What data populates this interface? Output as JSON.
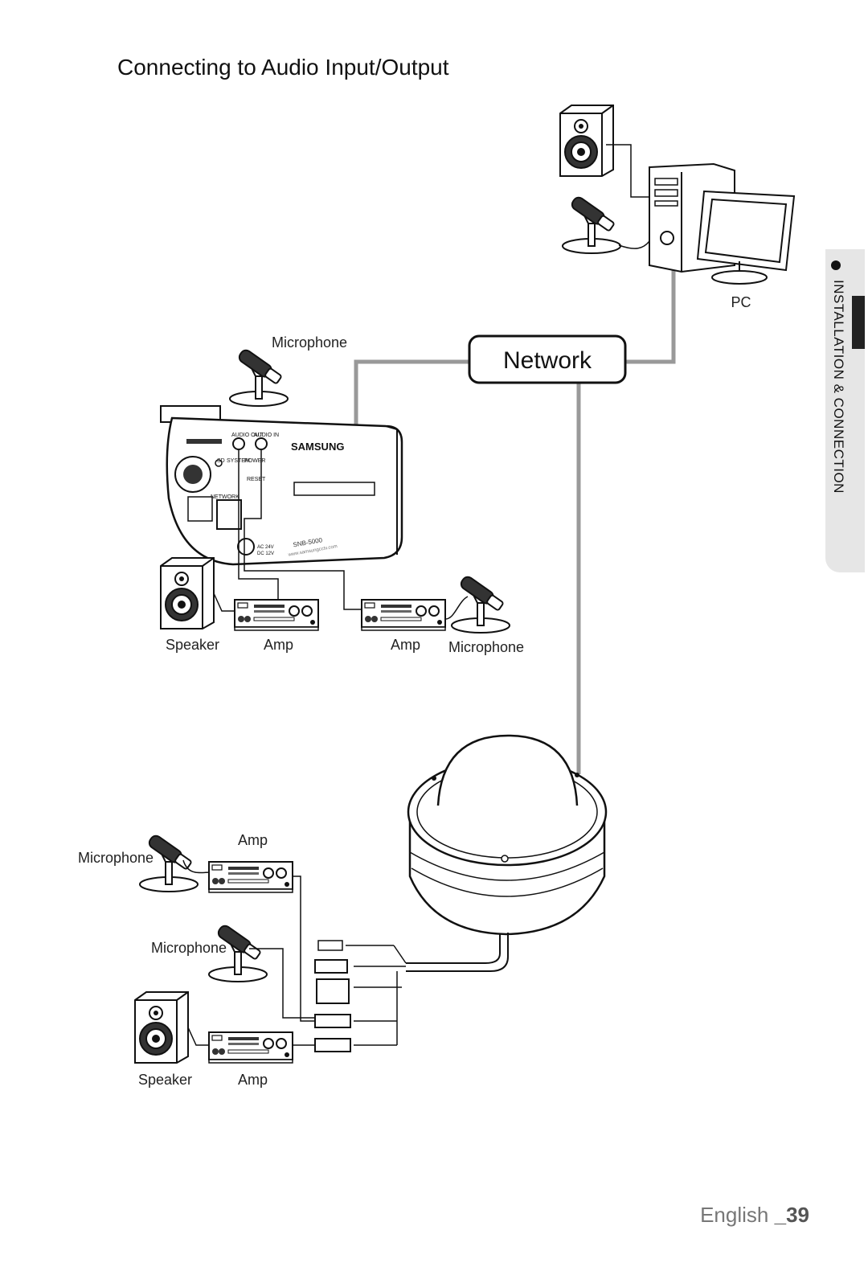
{
  "page": {
    "title": "Connecting to Audio Input/Output",
    "section_tab": "INSTALLATION & CONNECTION",
    "footer_language": "English",
    "footer_page": "_39"
  },
  "diagram": {
    "network_label": "Network",
    "pc_label": "PC",
    "camera_brand": "SAMSUNG",
    "camera_model": "SNB-5000",
    "camera_url": "www.samsungcctv.com",
    "camera_port_labels": {
      "audio_out": "AUDIO OUT",
      "audio_in": "AUDIO IN",
      "sd": "SD",
      "system": "SYSTEM",
      "power": "POWER",
      "reset": "RESET",
      "network": "NETWORK",
      "power_spec_1": "AC 24V",
      "power_spec_2": "DC 12V"
    },
    "labels": {
      "mic_top": "Microphone",
      "speaker_mid": "Speaker",
      "amp_mid_left": "Amp",
      "amp_mid_right": "Amp",
      "mic_mid_right": "Microphone",
      "mic_bottom_1": "Microphone",
      "amp_bottom_1": "Amp",
      "mic_bottom_2": "Microphone",
      "speaker_bottom": "Speaker",
      "amp_bottom_2": "Amp"
    }
  }
}
